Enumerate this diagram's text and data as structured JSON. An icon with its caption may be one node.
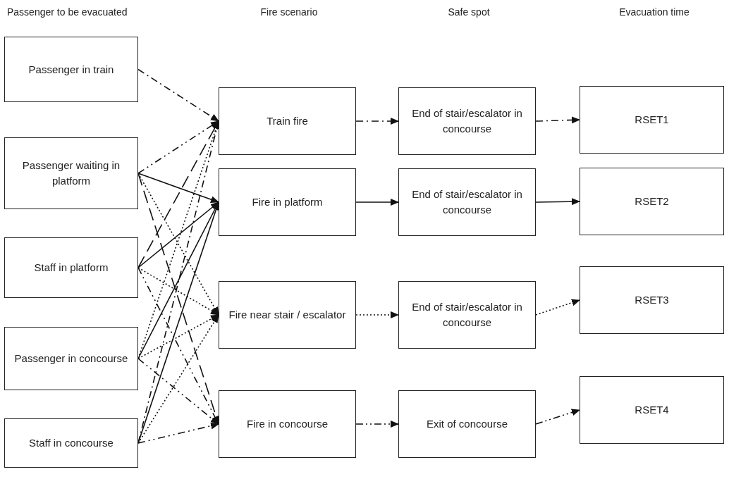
{
  "diagram": {
    "nodes": [
      {
        "text": [
          "Passenger in train"
        ]
      },
      {
        "text": [
          "Passenger waiting in platform"
        ]
      },
      {
        "text": [
          "Staff in platform"
        ]
      },
      {
        "text": [
          "Passenger in concourse"
        ]
      },
      {
        "text": [
          "Staff in concourse"
        ]
      },
      {
        "text": [
          "Train fire"
        ]
      },
      {
        "text": [
          "Fire in platform"
        ]
      },
      {
        "text": [
          "Fire near stair / escalator"
        ]
      },
      {
        "text": [
          "Fire in concourse"
        ]
      },
      {
        "text": [
          "End of stair/escalator in concourse"
        ]
      },
      {
        "text": [
          "End of stair/escalator in concourse"
        ]
      },
      {
        "text": [
          "End of stair/escalator in concourse"
        ]
      },
      {
        "text": [
          "Exit of concourse"
        ]
      },
      {
        "text": [
          "RSET1"
        ]
      },
      {
        "text": [
          "RSET2"
        ]
      },
      {
        "text": [
          "RSET3"
        ]
      },
      {
        "text": [
          "RSET4"
        ]
      }
    ],
    "edges": [
      {
        "from": 0,
        "to": 5,
        "arrow": "to",
        "style": "dashed"
      },
      {
        "from": 1,
        "to": 5,
        "arrow": "to",
        "style": "dashed"
      },
      {
        "from": 1,
        "to": 6,
        "arrow": "to"
      },
      {
        "from": 1,
        "to": 7,
        "arrow": "to",
        "style": "dashed"
      },
      {
        "from": 1,
        "to": 8,
        "arrow": "to",
        "style": "dashed"
      },
      {
        "from": 2,
        "to": 5,
        "arrow": "to",
        "style": "dashed"
      },
      {
        "from": 2,
        "to": 6,
        "arrow": "to"
      },
      {
        "from": 2,
        "to": 7,
        "arrow": "to",
        "style": "dashed"
      },
      {
        "from": 2,
        "to": 8,
        "arrow": "to",
        "style": "dashed"
      },
      {
        "from": 3,
        "to": 5,
        "arrow": "to",
        "style": "dashed"
      },
      {
        "from": 3,
        "to": 6,
        "arrow": "to"
      },
      {
        "from": 3,
        "to": 7,
        "arrow": "to",
        "style": "dashed"
      },
      {
        "from": 3,
        "to": 8,
        "arrow": "to",
        "style": "dashed"
      },
      {
        "from": 4,
        "to": 5,
        "arrow": "to",
        "style": "dashed"
      },
      {
        "from": 4,
        "to": 6,
        "arrow": "to"
      },
      {
        "from": 4,
        "to": 7,
        "arrow": "to",
        "style": "dashed"
      },
      {
        "from": 4,
        "to": 8,
        "arrow": "to",
        "style": "dashed"
      },
      {
        "from": 5,
        "to": 9,
        "arrow": "to",
        "style": "dashed"
      },
      {
        "from": 6,
        "to": 10,
        "arrow": "to"
      },
      {
        "from": 7,
        "to": 11,
        "arrow": "to",
        "style": "dashed"
      },
      {
        "from": 8,
        "to": 12,
        "arrow": "to",
        "style": "dashed"
      },
      {
        "from": 9,
        "to": 13,
        "arrow": "to",
        "style": "dashed"
      },
      {
        "from": 10,
        "to": 14,
        "arrow": "to"
      },
      {
        "from": 11,
        "to": 15,
        "arrow": "to",
        "style": "dashed"
      },
      {
        "from": 12,
        "to": 16,
        "arrow": "to",
        "style": "dashed"
      }
    ],
    "labels": [
      "Passenger to be evacuated",
      "Fire scenario",
      "Safe spot",
      "Evacuation time"
    ]
  }
}
